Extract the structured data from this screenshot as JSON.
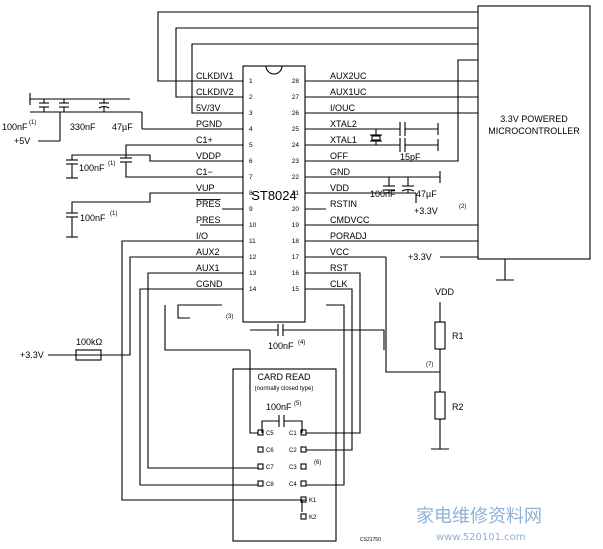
{
  "chip": {
    "name": "ST8024",
    "left_pins": [
      {
        "num": "1",
        "label": "CLKDIV1"
      },
      {
        "num": "2",
        "label": "CLKDIV2"
      },
      {
        "num": "3",
        "label": "5V/3V"
      },
      {
        "num": "4",
        "label": "PGND"
      },
      {
        "num": "5",
        "label": "C1+"
      },
      {
        "num": "6",
        "label": "VDDP"
      },
      {
        "num": "7",
        "label": "C1−"
      },
      {
        "num": "8",
        "label": "VUP"
      },
      {
        "num": "9",
        "label": "PRES"
      },
      {
        "num": "10",
        "label": "PRES"
      },
      {
        "num": "11",
        "label": "I/O"
      },
      {
        "num": "12",
        "label": "AUX2"
      },
      {
        "num": "13",
        "label": "AUX1"
      },
      {
        "num": "14",
        "label": "CGND"
      }
    ],
    "right_pins": [
      {
        "num": "28",
        "label": "AUX2UC"
      },
      {
        "num": "27",
        "label": "AUX1UC"
      },
      {
        "num": "26",
        "label": "I/OUC"
      },
      {
        "num": "25",
        "label": "XTAL2"
      },
      {
        "num": "24",
        "label": "XTAL1"
      },
      {
        "num": "23",
        "label": "OFF"
      },
      {
        "num": "22",
        "label": "GND"
      },
      {
        "num": "21",
        "label": "VDD"
      },
      {
        "num": "20",
        "label": "RSTIN"
      },
      {
        "num": "19",
        "label": "CMDVCC"
      },
      {
        "num": "18",
        "label": "PORADJ"
      },
      {
        "num": "17",
        "label": "VCC"
      },
      {
        "num": "16",
        "label": "RST"
      },
      {
        "num": "15",
        "label": "CLK"
      }
    ]
  },
  "microcontroller": {
    "line1": "3.3V POWERED",
    "line2": "MICROCONTROLLER"
  },
  "card": {
    "title": "CARD READ",
    "subtitle": "(normally closed type)",
    "cap_label": "100nF",
    "cap_note": "(5)",
    "left_contacts": [
      "C5",
      "C6",
      "C7",
      "C8"
    ],
    "right_contacts": [
      "C1",
      "C2",
      "C3",
      "C4"
    ],
    "switch_contacts": [
      "K1",
      "K2"
    ]
  },
  "components": {
    "cap_pgnd": "100nF",
    "cap_pgnd_note": "(1)",
    "cap_330": "330nF",
    "cap_47": "47µF",
    "supply_5v": "+5V",
    "cap_vddp": "100nF",
    "cap_vddp_note": "(1)",
    "cap_vup": "100nF",
    "cap_vup_note": "(1)",
    "xtal_cap": "15pF",
    "vdd_cap_100": "100nF",
    "vdd_cap_47": "47µF",
    "vdd_supply": "+3.3V",
    "vdd_note": "(2)",
    "cmd_supply": "+3.3V",
    "resistor_pres": "100kΩ",
    "supply_pres": "+3.3V",
    "cap_cgnd": "100nF",
    "cap_cgnd_note": "(4)",
    "note_3": "(3)",
    "divider_supply": "VDD",
    "r1": "R1",
    "r2": "R2",
    "note_7": "(7)",
    "note_6": "(6)",
    "figure_id": "CS21750"
  },
  "watermark": {
    "cn": "家电维修资料网",
    "url": "www.520101.com"
  }
}
